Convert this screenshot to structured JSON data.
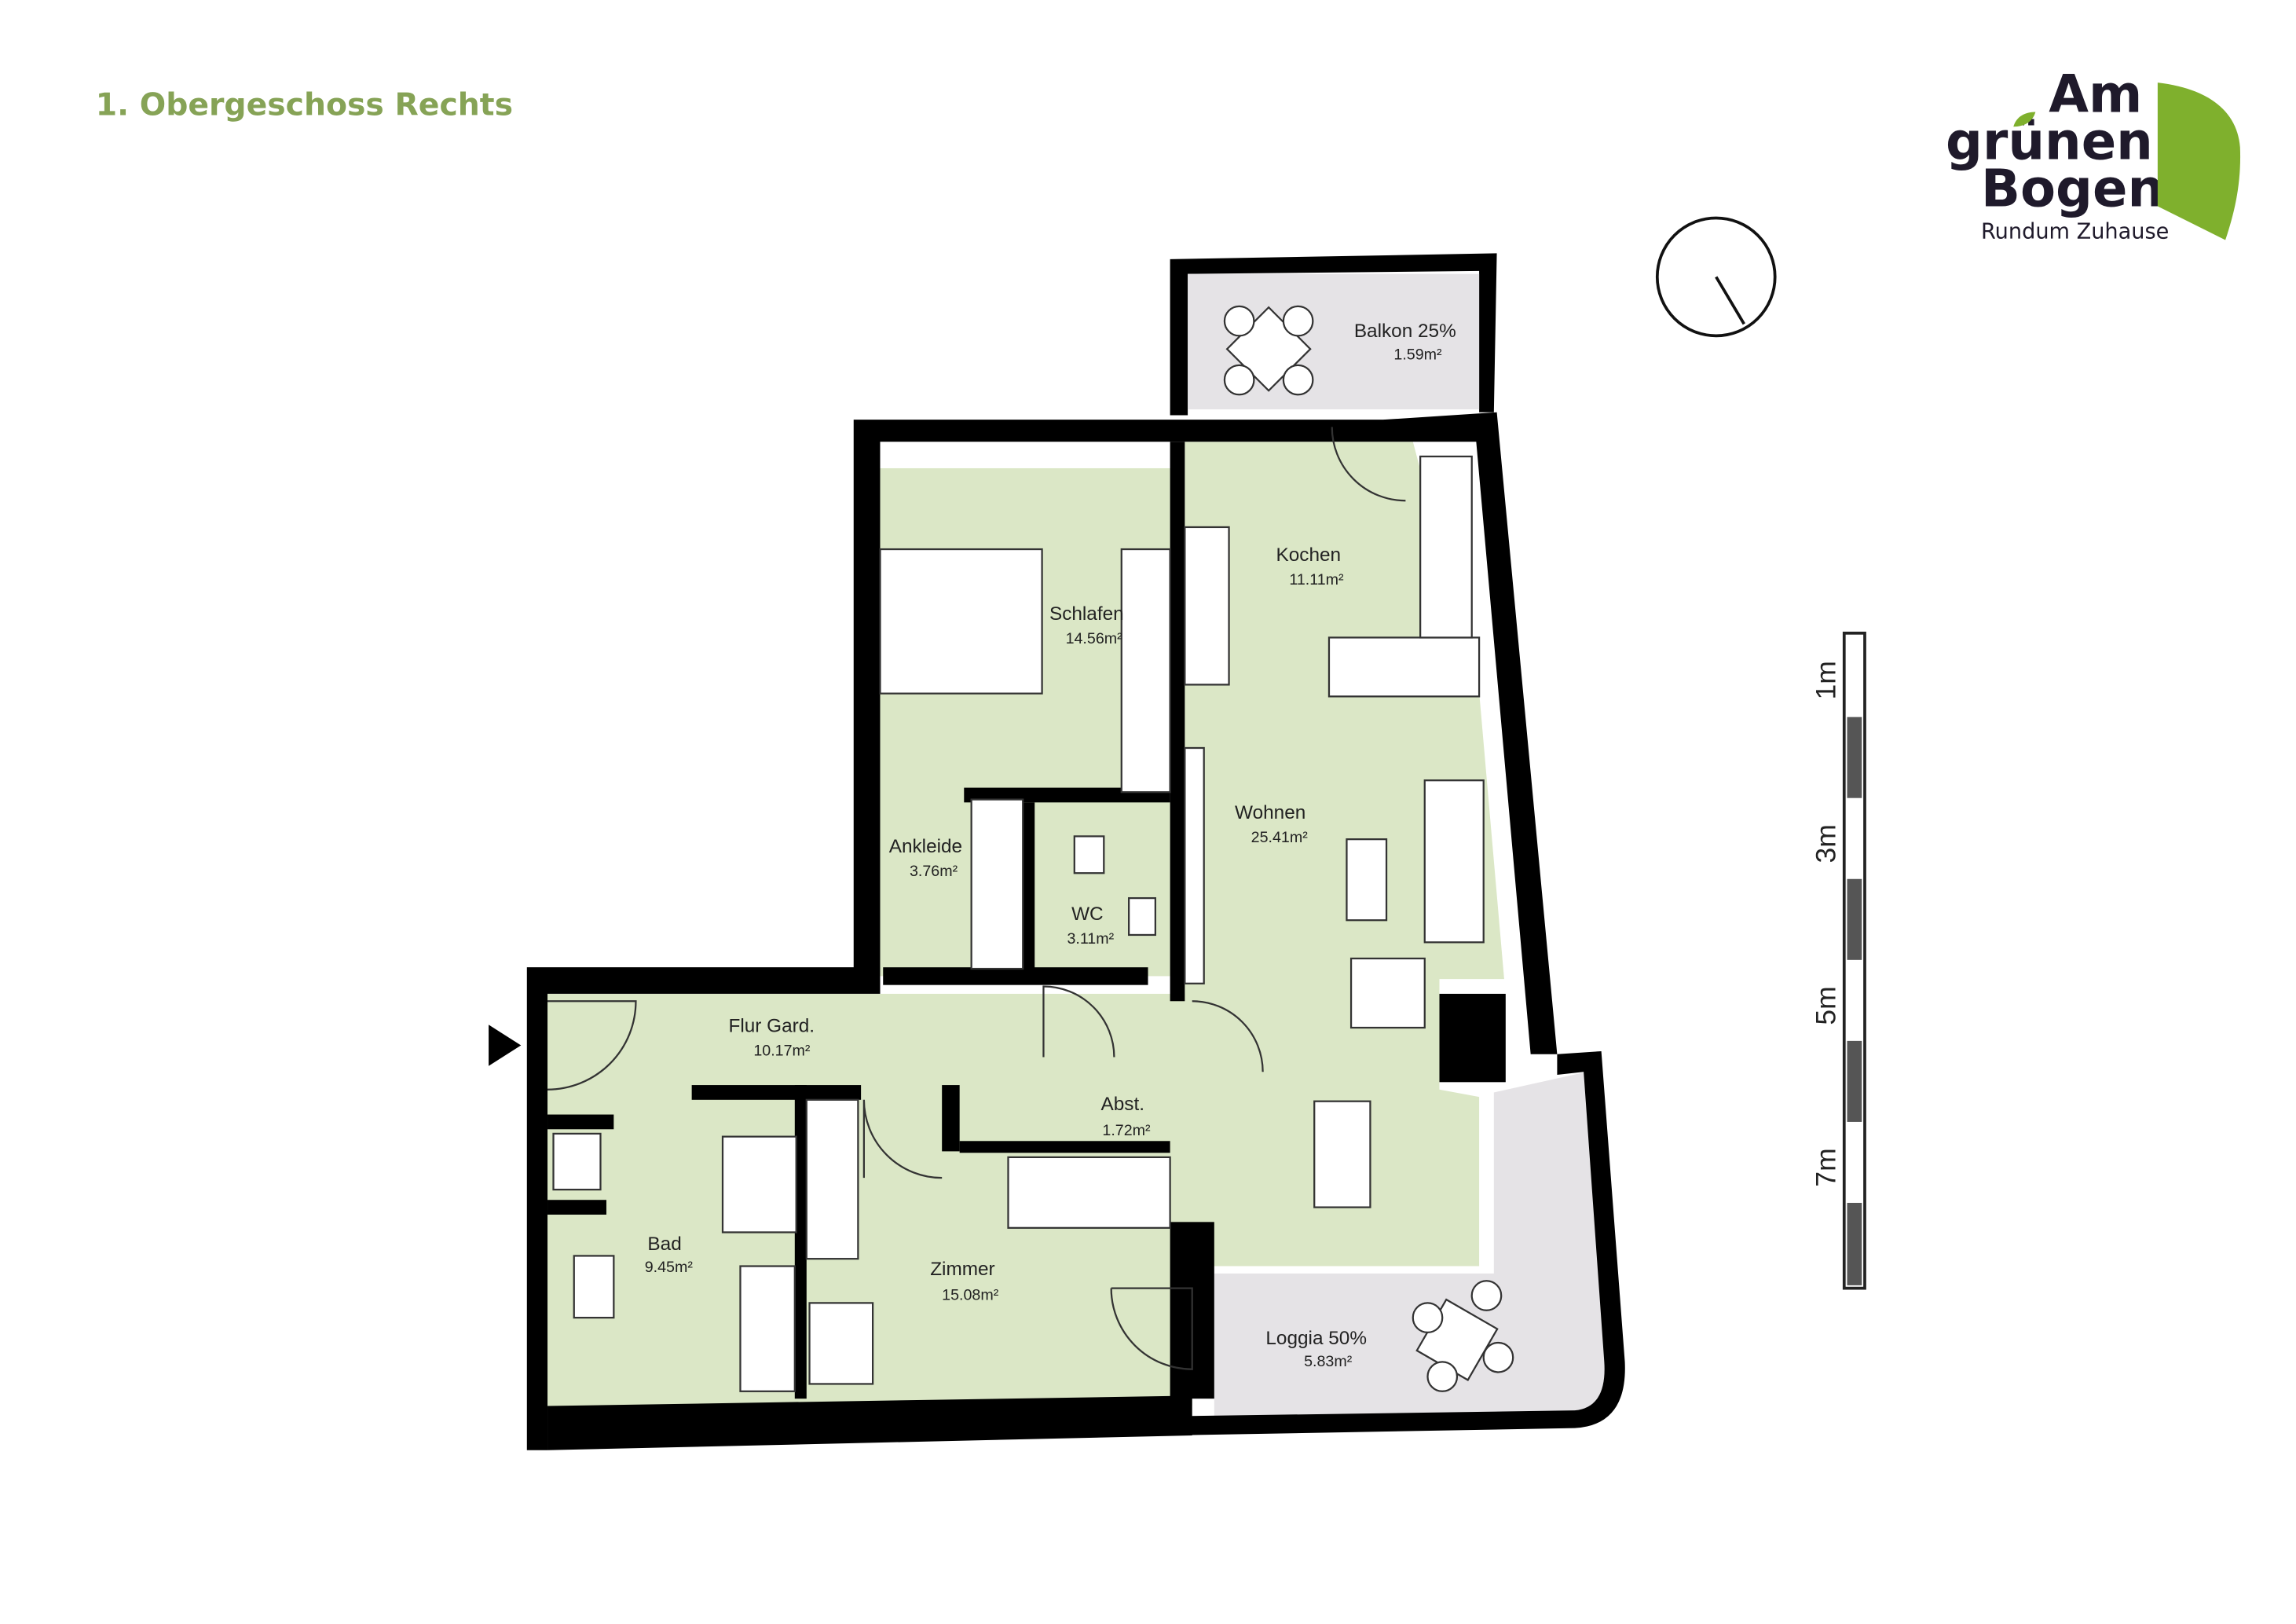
{
  "header": {
    "title": "1. Obergeschoss Rechts"
  },
  "logo": {
    "line1": "Am",
    "line2": "grünen",
    "line3": "Bogen",
    "tagline": "Rundum Zuhause",
    "accent": "#7fb02d",
    "text_color": "#1f1a2b"
  },
  "rooms": [
    {
      "name": "Balkon 25%",
      "area": "1.59m²"
    },
    {
      "name": "Kochen",
      "area": "11.11m²"
    },
    {
      "name": "Schlafen",
      "area": "14.56m²"
    },
    {
      "name": "Wohnen",
      "area": "25.41m²"
    },
    {
      "name": "Ankleide",
      "area": "3.76m²"
    },
    {
      "name": "WC",
      "area": "3.11m²"
    },
    {
      "name": "Flur Gard.",
      "area": "10.17m²"
    },
    {
      "name": "Abst.",
      "area": "1.72m²"
    },
    {
      "name": "Bad",
      "area": "9.45m²"
    },
    {
      "name": "Zimmer",
      "area": "15.08m²"
    },
    {
      "name": "Loggia 50%",
      "area": "5.83m²"
    }
  ],
  "scale_bar": {
    "labels": [
      "1m",
      "3m",
      "5m",
      "7m"
    ]
  },
  "colors": {
    "floor": "#dbe7c6",
    "outdoor": "#e5e3e6",
    "title": "#86a356",
    "wall": "#000000"
  }
}
